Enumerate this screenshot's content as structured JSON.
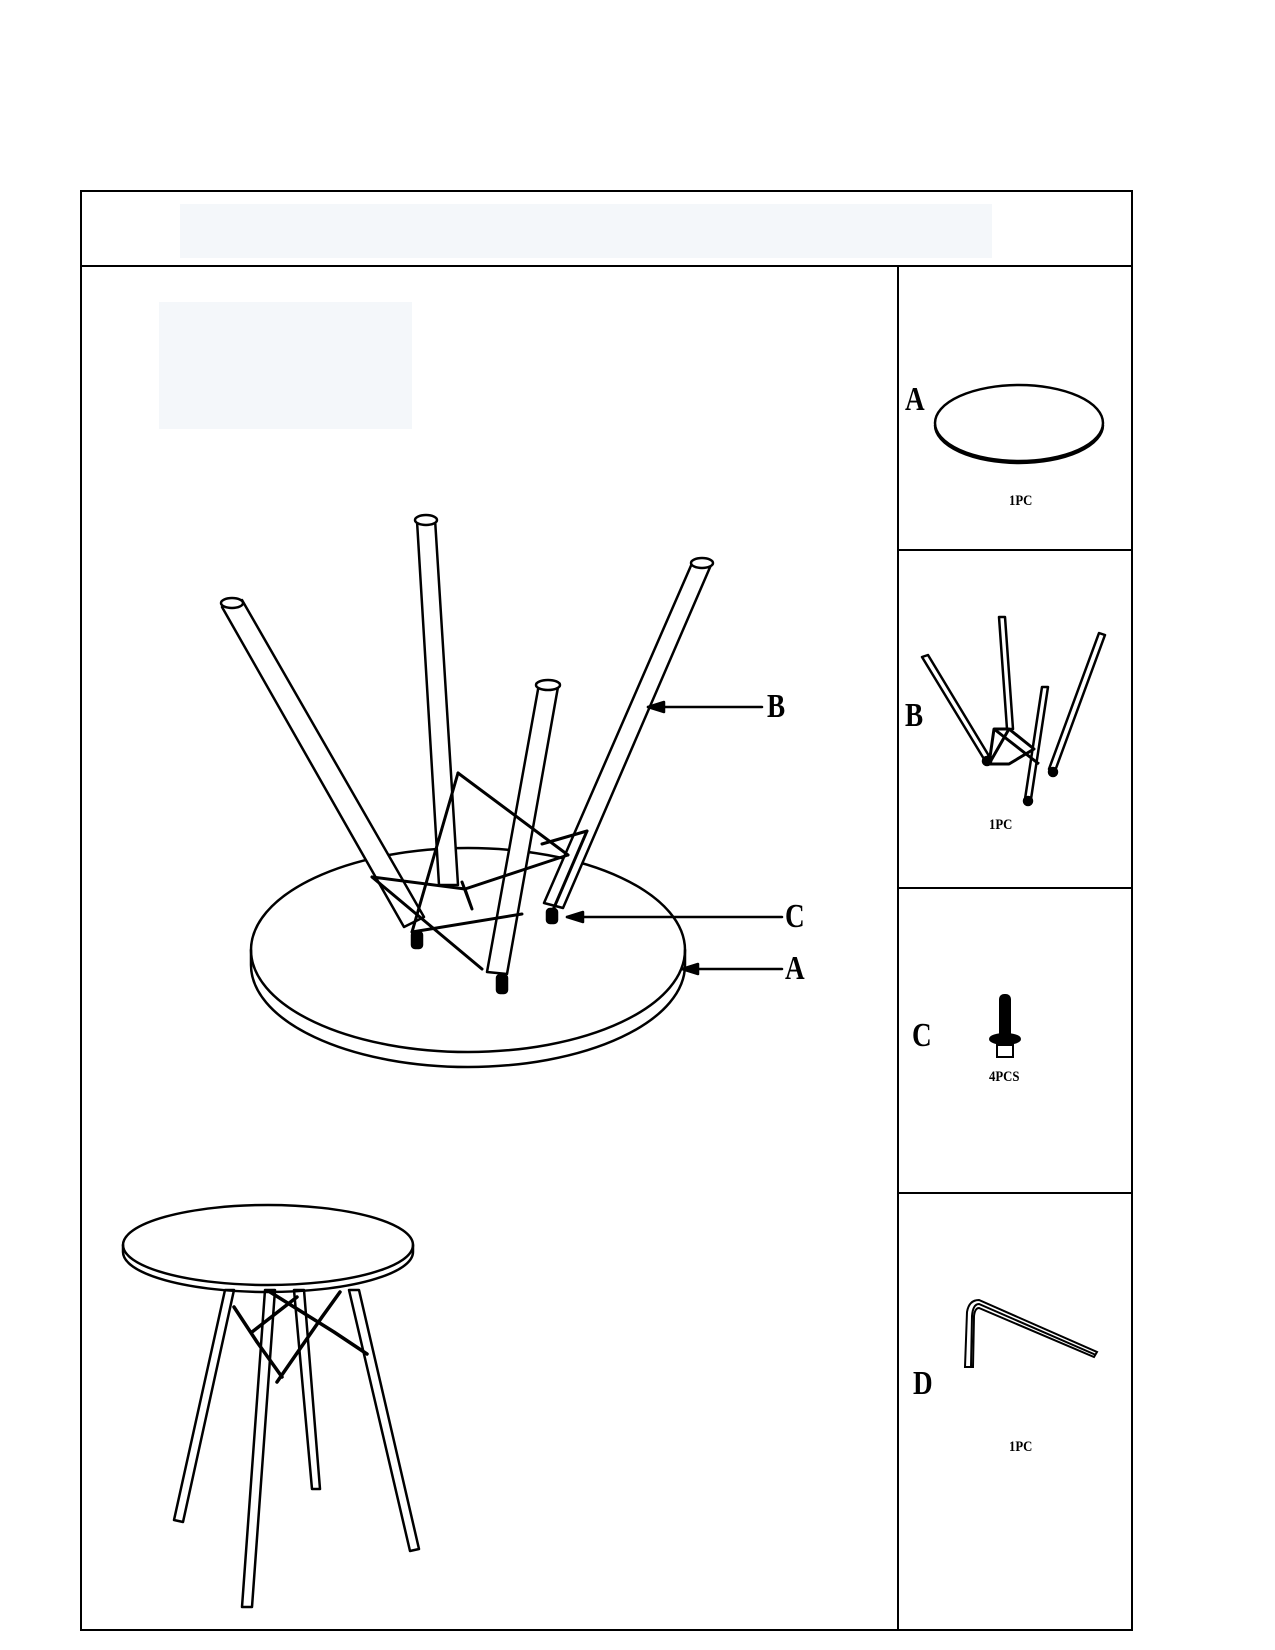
{
  "document": {
    "type": "assembly-instruction-sheet",
    "title_redacted": true,
    "step_text_redacted": true
  },
  "main_diagram": {
    "callouts": [
      {
        "letter": "B",
        "points_to": "leg frame"
      },
      {
        "letter": "C",
        "points_to": "leg bolt"
      },
      {
        "letter": "A",
        "points_to": "table top"
      }
    ]
  },
  "parts_list": [
    {
      "letter": "A",
      "quantity": "1PC",
      "name": "round-table-top"
    },
    {
      "letter": "B",
      "quantity": "1PC",
      "name": "leg-frame-assembly"
    },
    {
      "letter": "C",
      "quantity": "4PCS",
      "name": "bolt-with-washer"
    },
    {
      "letter": "D",
      "quantity": "1PC",
      "name": "allen-key"
    }
  ],
  "colors": {
    "line": "#000000",
    "redaction": "#f4f7fa",
    "background": "#ffffff"
  }
}
